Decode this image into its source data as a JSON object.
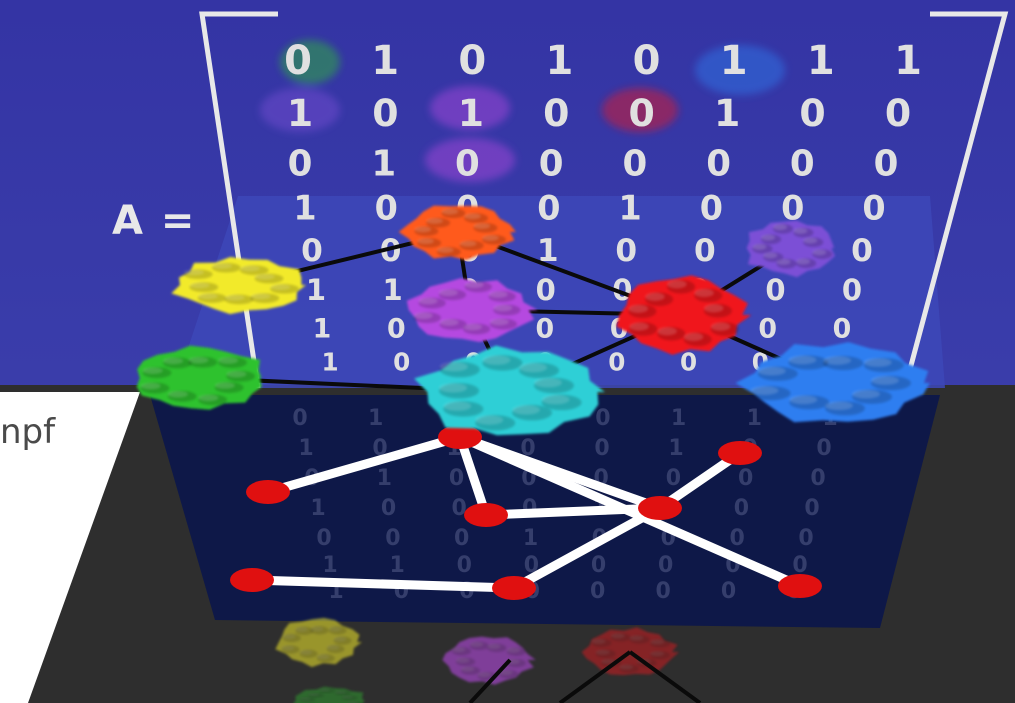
{
  "matrix": {
    "label": "A =",
    "rows": [
      [
        "0",
        "1",
        "0",
        "1",
        "0",
        "1",
        "1",
        "1"
      ],
      [
        "1",
        "0",
        "1",
        "0",
        "0",
        "1",
        "0",
        "0"
      ],
      [
        "0",
        "1",
        "0",
        "0",
        "0",
        "0",
        "0",
        "0"
      ],
      [
        "1",
        "0",
        "0",
        "0",
        "1",
        "0",
        "0",
        "0"
      ],
      [
        "0",
        "0",
        "0",
        "1",
        "0",
        "0",
        "0",
        "0"
      ],
      [
        "1",
        "1",
        "0",
        "0",
        "0",
        "0",
        "0",
        "0"
      ],
      [
        "1",
        "0",
        "0",
        "0",
        "0",
        "0",
        "0",
        "0"
      ],
      [
        "1",
        "0",
        "0",
        "0",
        "0",
        "0",
        "0",
        "0"
      ]
    ]
  },
  "proteins": [
    {
      "name": "orange",
      "color": "#ff5a1e"
    },
    {
      "name": "yellow",
      "color": "#f2ea2a"
    },
    {
      "name": "violet",
      "color": "#b548e0"
    },
    {
      "name": "lavender",
      "color": "#7b4fd6"
    },
    {
      "name": "red",
      "color": "#f0181e"
    },
    {
      "name": "green",
      "color": "#2fc22f"
    },
    {
      "name": "cyan",
      "color": "#2fcfd6"
    },
    {
      "name": "blue",
      "color": "#2f7ef0"
    }
  ],
  "network": {
    "node_color": "#e01010",
    "edge_color": "#ffffff"
  },
  "side_text": "npf",
  "colors": {
    "background_blue": "#3838a8",
    "plane_blue": "#3a44b5",
    "lower_plane": "#101a4a",
    "floor_dark": "#2e2e2e",
    "white_panel": "#ffffff",
    "matrix_digit": "#e0e0e0",
    "bracket": "#e8e8e8"
  }
}
